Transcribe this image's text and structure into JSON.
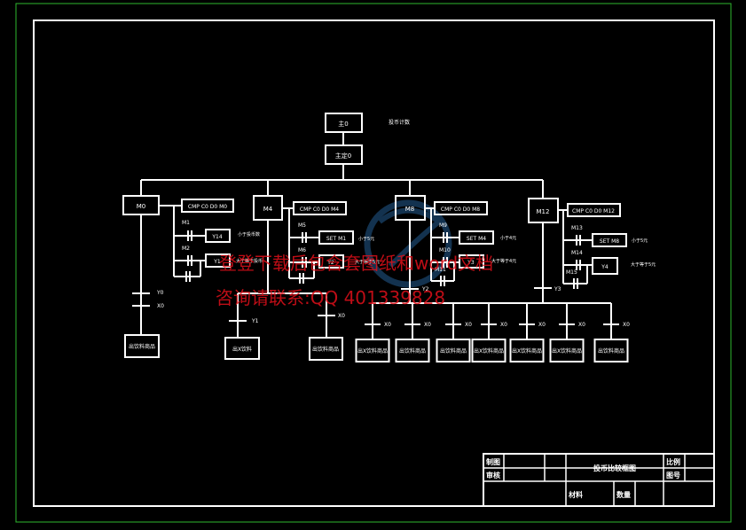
{
  "drawing": {
    "top_box_1": "主0",
    "top_box_2": "主定0",
    "top_note": "投币计数",
    "branches": [
      {
        "main": "M0",
        "cmp": "CMP C0 D0 M0",
        "rows": [
          "M1",
          "M2"
        ],
        "outs": [
          "Y14",
          "Y1"
        ],
        "notes": [
          "小于投币数",
          "大于等于投币"
        ],
        "tick": "Y0",
        "tick2": "X0",
        "bottom": "出饮料商品"
      },
      {
        "main": "M4",
        "cmp": "CMP C0 D0 M4",
        "rows": [
          "M5",
          "M6"
        ],
        "outs": [
          "SET M1",
          "Y2"
        ],
        "notes": [
          "小于5元",
          "大于等于5元"
        ],
        "tick": "Y1",
        "tick2": "X0",
        "bottom": "出X饮料",
        "bottom2": "出饮料商品"
      },
      {
        "main": "M8",
        "cmp": "CMP C0 D0 M8",
        "rows": [
          "M9",
          "M10",
          "M11"
        ],
        "outs": [
          "SET M4",
          "Y3"
        ],
        "notes": [
          "小于4元",
          "大于等于4元"
        ],
        "tick": "Y2",
        "tick2": "X0"
      },
      {
        "main": "M12",
        "cmp": "CMP C0 D0 M12",
        "rows": [
          "M13",
          "M14",
          "M15"
        ],
        "outs": [
          "SET M8",
          "Y4"
        ],
        "notes": [
          "小于5元",
          "大于等于5元"
        ],
        "tick": "Y3"
      }
    ],
    "lower_boxes": [
      "出X饮料商品",
      "出饮料商品",
      "出饮料商品",
      "出X饮料商品",
      "出X饮料商品",
      "出X饮料商品",
      "出饮料商品"
    ],
    "lower_ticks": [
      "X0",
      "X0",
      "X0",
      "X0",
      "X0",
      "X0",
      "X0"
    ]
  },
  "watermark": {
    "line1": "登登下载后包含套图纸和word文档",
    "line2": "咨询请联系:QQ 401339828"
  },
  "title_block": {
    "drawing_label": "制图",
    "review_label": "审核",
    "title": "投币比较框图",
    "scale_label": "比例",
    "number_label": "图号",
    "material_label": "材料",
    "quantity_label": "数量"
  },
  "colors": {
    "background": "#000000",
    "border_green": "#2eb82e",
    "lines": "#ffffff",
    "watermark": "#e0101a",
    "watermark_logo": "#2a6fb0",
    "cyan": "#27d0e0"
  }
}
